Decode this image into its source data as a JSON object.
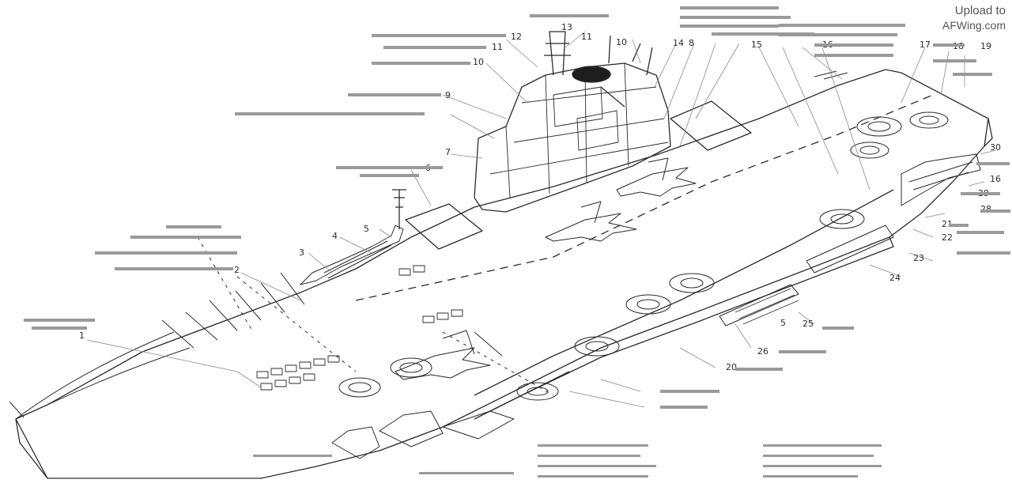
{
  "watermark": {
    "line1": "Upload to",
    "line2": "AFWing.com"
  },
  "callout_numbers": [
    "1",
    "2",
    "3",
    "4",
    "5",
    "6",
    "7",
    "8",
    "9",
    "10",
    "11",
    "12",
    "13",
    "14",
    "15",
    "16",
    "17",
    "18",
    "19",
    "20",
    "21",
    "22",
    "23",
    "24",
    "25",
    "26",
    "28",
    "29",
    "30"
  ],
  "colors": {
    "line": "#2b2b2b",
    "light": "#8a8a8a",
    "paper": "#ffffff"
  }
}
